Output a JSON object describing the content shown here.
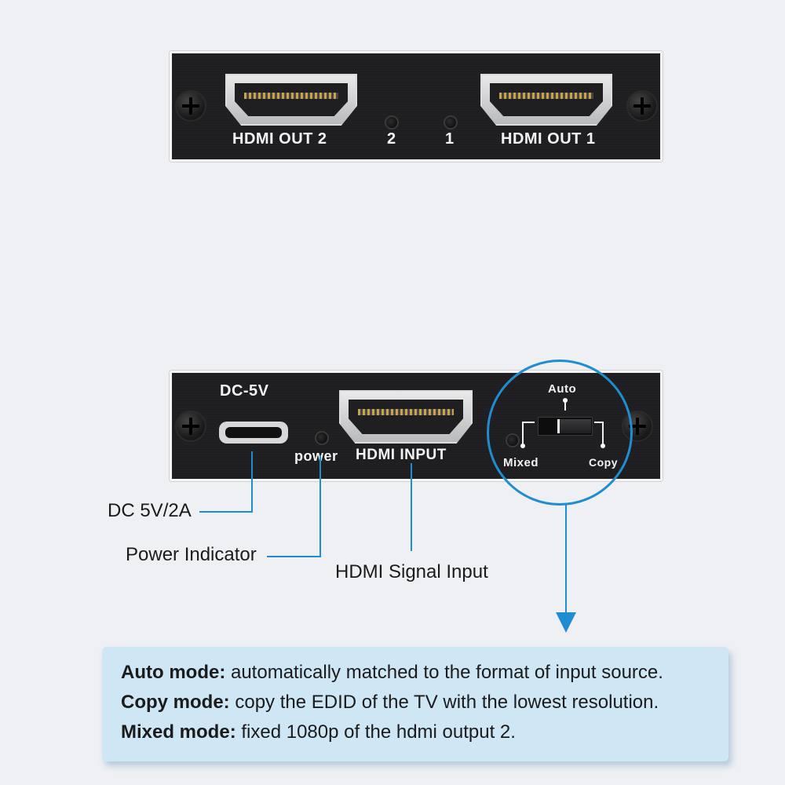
{
  "top_panel": {
    "out2_label": "HDMI OUT 2",
    "led2_label": "2",
    "led1_label": "1",
    "out1_label": "HDMI OUT 1"
  },
  "bottom_panel": {
    "dc_label": "DC-5V",
    "power_label": "power",
    "input_label": "HDMI INPUT",
    "switch": {
      "auto_label": "Auto",
      "mixed_label": "Mixed",
      "copy_label": "Copy"
    }
  },
  "callouts": {
    "dc": "DC 5V/2A",
    "power": "Power Indicator",
    "hdmi": "HDMI Signal Input"
  },
  "modes": [
    {
      "title": "Auto mode:",
      "desc": "automatically matched to the format of input source."
    },
    {
      "title": "Copy mode:",
      "desc": "copy the EDID of the TV with the lowest resolution."
    },
    {
      "title": "Mixed mode:",
      "desc": "fixed 1080p of the hdmi output 2."
    }
  ],
  "colors": {
    "accent": "#1f8dd0",
    "panel": "#1e1e21",
    "info_box": "#cfe6f5"
  }
}
